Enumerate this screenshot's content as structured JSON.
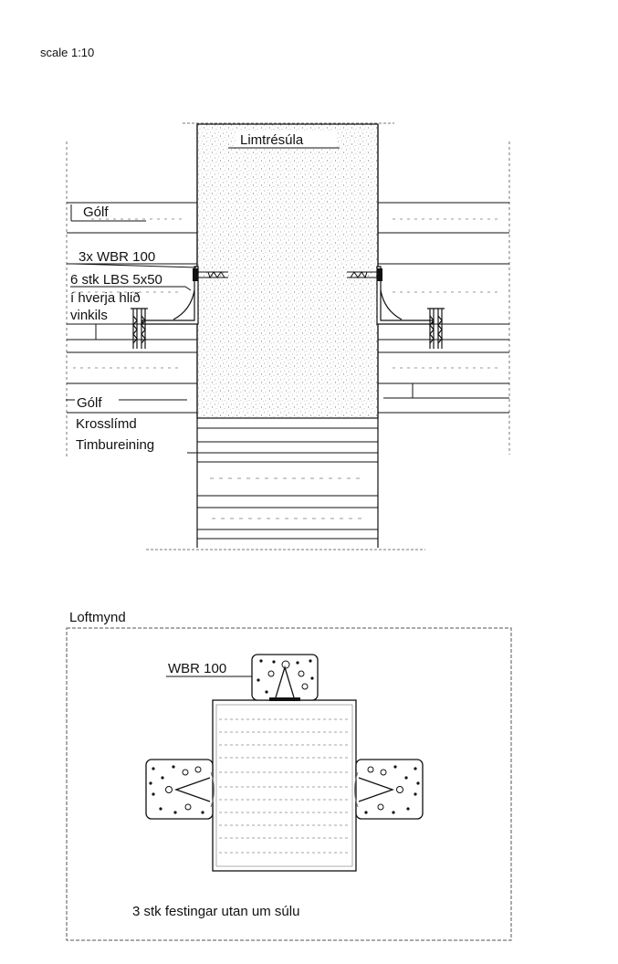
{
  "scale_label": "scale 1:10",
  "section": {
    "column_label": "Limtrésúla",
    "floor_label_top": "Gólf",
    "bracket_label": "3x WBR 100",
    "screw_label": "6 stk LBS 5x50",
    "screw_note_line1": "í hverja hlið",
    "screw_note_line2": "vinkils",
    "floor_label_bottom": "Gólf",
    "clt_line1": "Krosslímd",
    "clt_line2": "Timbureining"
  },
  "plan": {
    "title": "Loftmynd",
    "bracket_label": "WBR 100",
    "caption": "3 stk festingar utan um súlu"
  },
  "colors": {
    "ink": "#111111",
    "hatch_gray": "#9a9a9a",
    "dash_gray": "#777777"
  }
}
